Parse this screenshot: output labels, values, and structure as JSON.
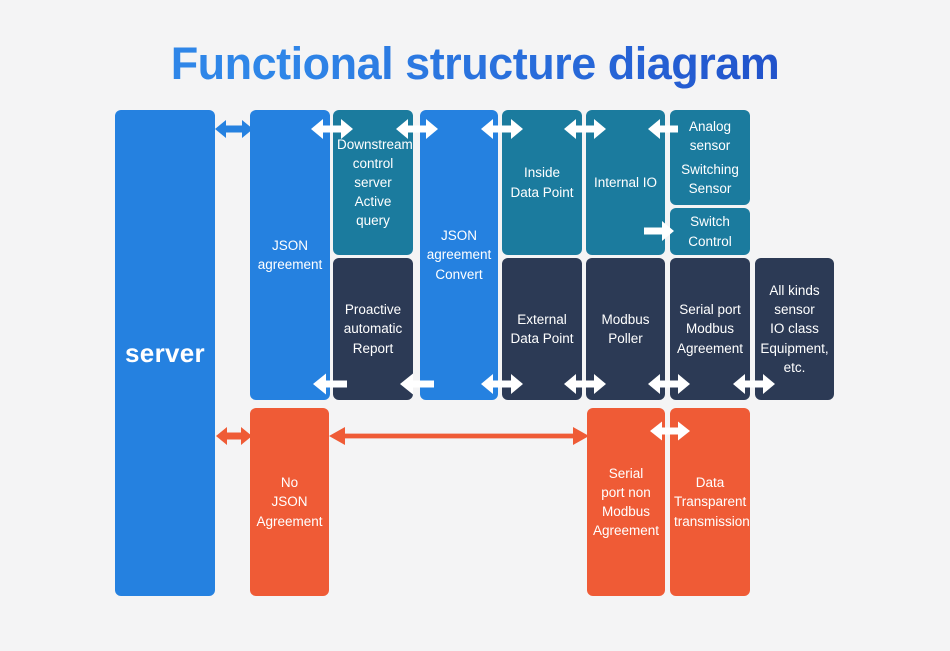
{
  "page": {
    "title": "Functional structure diagram",
    "background": "#f4f4f5"
  },
  "palette": {
    "blue": "#2581e0",
    "teal": "#1b7b9e",
    "navy": "#2c3a55",
    "orange": "#ef5b36",
    "arrow_white": "#ffffff",
    "arrow_orange": "#ef5b36",
    "title_gradient_from": "#2f86e8",
    "title_gradient_to": "#1c40bf"
  },
  "blocks": {
    "server": "server",
    "json_agreement": "JSON\nagreement",
    "downstream": "Downstream\ncontrol\nserver\nActive query",
    "proactive": "Proactive\nautomatic\nReport",
    "json_convert": "JSON\nagreement\nConvert",
    "inside_data_point": "Inside\nData Point",
    "external_data_point": "External\nData Point",
    "internal_io": "Internal IO",
    "modbus_poller": "Modbus\nPoller",
    "analog_sensor": "Analog\nsensor",
    "switching_sensor": "Switching\nSensor",
    "switch_control": "Switch\nControl",
    "serial_modbus": "Serial port\nModbus\nAgreement",
    "all_kinds_sensor": "All kinds\nsensor\nIO class\nEquipment,\netc.",
    "no_json": "No\nJSON\nAgreement",
    "serial_non_modbus": "Serial\nport non\nModbus\nAgreement",
    "data_transparent": "Data\nTransparent\ntransmission"
  },
  "blocks_lines": {
    "server": [
      "server"
    ],
    "json_agreement": [
      "JSON",
      "agreement"
    ],
    "downstream": [
      "Downstream",
      "control",
      "server",
      "Active query"
    ],
    "proactive": [
      "Proactive",
      "automatic",
      "Report"
    ],
    "json_convert": [
      "JSON",
      "agreement",
      "Convert"
    ],
    "inside_data_point": [
      "Inside",
      "Data Point"
    ],
    "external_data_point": [
      "External",
      "Data Point"
    ],
    "internal_io": [
      "Internal IO"
    ],
    "modbus_poller": [
      "Modbus",
      "Poller"
    ],
    "analog_sensor": [
      "Analog",
      "sensor"
    ],
    "switching_sensor": [
      "Switching",
      "Sensor"
    ],
    "switch_control": [
      "Switch",
      "Control"
    ],
    "serial_modbus": [
      "Serial port",
      "Modbus",
      "Agreement"
    ],
    "all_kinds_sensor": [
      "All kinds",
      "sensor",
      "IO class",
      "Equipment,",
      "etc."
    ],
    "no_json": [
      "No",
      "JSON",
      "Agreement"
    ],
    "serial_non_modbus": [
      "Serial",
      "port non",
      "Modbus",
      "Agreement"
    ],
    "data_transparent": [
      "Data",
      "Transparent",
      "transmission"
    ]
  },
  "connectors": [
    {
      "name": "server-to-json-agreement",
      "type": "double",
      "color": "#ffffff"
    },
    {
      "name": "json-agreement-to-downstream",
      "type": "double",
      "color": "#ffffff"
    },
    {
      "name": "downstream-to-json-convert",
      "type": "double",
      "color": "#ffffff"
    },
    {
      "name": "json-convert-to-inside-data-point",
      "type": "double",
      "color": "#ffffff"
    },
    {
      "name": "inside-data-point-to-internal-io",
      "type": "double",
      "color": "#ffffff"
    },
    {
      "name": "internal-io-to-analog-sensor",
      "type": "left",
      "color": "#ffffff"
    },
    {
      "name": "internal-io-to-switch-control",
      "type": "right",
      "color": "#ffffff"
    },
    {
      "name": "proactive-to-json-agreement",
      "type": "left",
      "color": "#ffffff"
    },
    {
      "name": "json-convert-to-proactive",
      "type": "left",
      "color": "#ffffff"
    },
    {
      "name": "json-convert-to-external-data-point",
      "type": "double",
      "color": "#ffffff"
    },
    {
      "name": "external-data-point-to-modbus-poller",
      "type": "double",
      "color": "#ffffff"
    },
    {
      "name": "modbus-poller-to-serial-modbus",
      "type": "double",
      "color": "#ffffff"
    },
    {
      "name": "serial-modbus-to-all-kinds-sensor",
      "type": "double",
      "color": "#ffffff"
    },
    {
      "name": "server-to-no-json",
      "type": "double",
      "color": "#ef5b36"
    },
    {
      "name": "no-json-to-serial-non-modbus",
      "type": "double-long",
      "color": "#ef5b36"
    },
    {
      "name": "serial-non-modbus-to-data-transparent",
      "type": "double",
      "color": "#ffffff"
    }
  ]
}
